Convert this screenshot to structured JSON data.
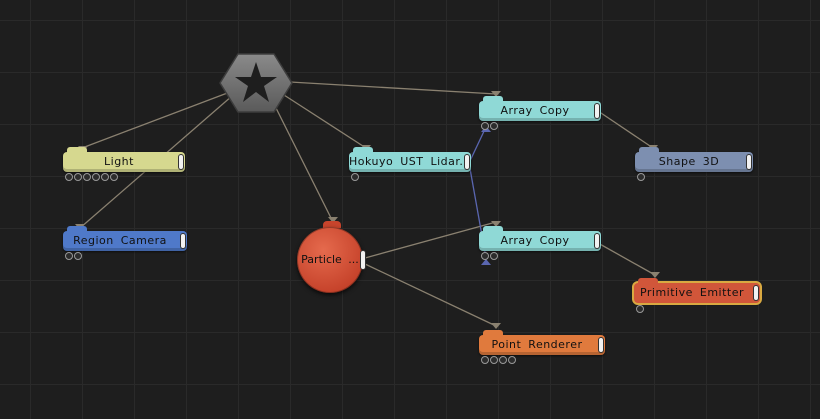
{
  "nodes": {
    "light": {
      "label": "Light",
      "color": "#d6d88f",
      "port_count": 6
    },
    "region_camera": {
      "label": "Region Camera",
      "color": "#4f79c9",
      "port_count": 2
    },
    "hokuyo": {
      "label": "Hokuyo UST Lidar...",
      "color": "#8fd9d6",
      "port_count": 1
    },
    "array_copy_1": {
      "label": "Array Copy",
      "color": "#8fd9d6",
      "port_count": 2
    },
    "array_copy_2": {
      "label": "Array Copy",
      "color": "#8fd9d6",
      "port_count": 2
    },
    "shape_3d": {
      "label": "Shape 3D",
      "color": "#7d8fb0",
      "port_count": 1
    },
    "particle": {
      "label": "Particle ...",
      "color": "#d1523a"
    },
    "primitive_emitter": {
      "label": "Primitive Emitter",
      "color": "#d1563a",
      "port_count": 1,
      "selected": true
    },
    "point_renderer": {
      "label": "Point Renderer",
      "color": "#e07a3d",
      "port_count": 4
    }
  },
  "root": {
    "icon": "gear-star-icon",
    "color": "#6d6d6d"
  },
  "wire_color": "#8a8170",
  "link_color": "#5a66b0"
}
